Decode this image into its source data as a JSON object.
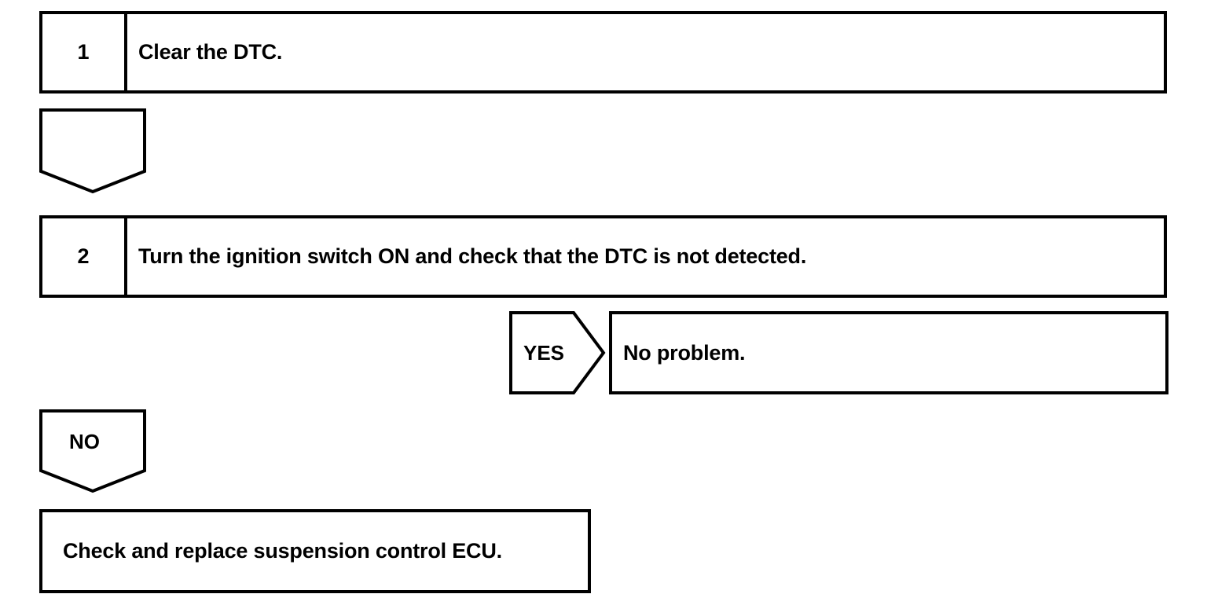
{
  "diagram": {
    "type": "troubleshooting-flowchart",
    "colors": {
      "background": "#ffffff",
      "stroke": "#000000",
      "text": "#000000"
    },
    "steps": [
      {
        "number": "1",
        "text": "Clear the DTC."
      },
      {
        "number": "2",
        "text": "Turn the ignition switch ON and check that the DTC is not detected."
      }
    ],
    "connectors": [
      {
        "id": "connector-after-step-1",
        "shape": "pentagon-down",
        "label": ""
      },
      {
        "id": "connector-yes",
        "shape": "pentagon-right",
        "label": "YES"
      },
      {
        "id": "connector-no",
        "shape": "pentagon-down",
        "label": "NO"
      }
    ],
    "outcomes": [
      {
        "id": "outcome-yes",
        "branch": "YES",
        "text": "No problem."
      },
      {
        "id": "outcome-no",
        "branch": "NO",
        "text": "Check and replace suspension control ECU."
      }
    ]
  }
}
